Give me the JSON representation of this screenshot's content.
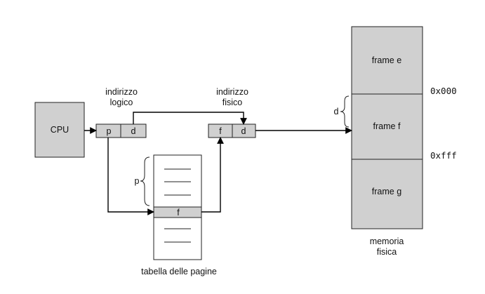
{
  "cpu": {
    "label": "CPU"
  },
  "logical_address": {
    "caption_line1": "indirizzo",
    "caption_line2": "logico",
    "page_field": "p",
    "offset_field": "d"
  },
  "physical_address": {
    "caption_line1": "indirizzo",
    "caption_line2": "fisico",
    "frame_field": "f",
    "offset_field": "d"
  },
  "page_table": {
    "caption": "tabella delle pagine",
    "index_label": "p",
    "entry_value": "f"
  },
  "memory": {
    "frames": [
      "frame e",
      "frame f",
      "frame g"
    ],
    "offset_brace_label": "d",
    "address_start": "0x000",
    "address_end": "0xfff",
    "caption_line1": "memoria",
    "caption_line2": "fisica"
  }
}
